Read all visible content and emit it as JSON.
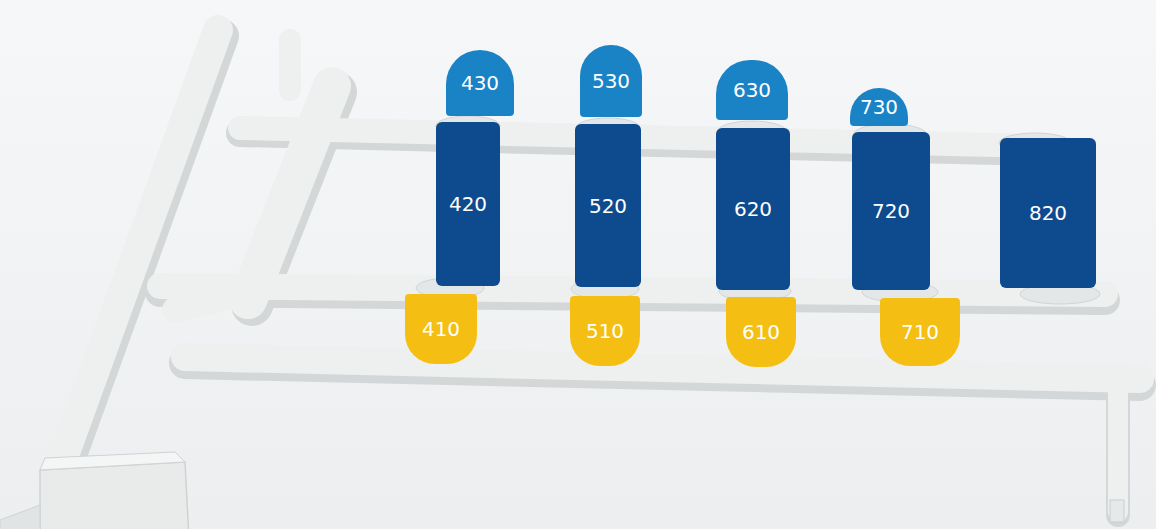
{
  "diagram": {
    "nodes": [
      {
        "text": [
          "430"
        ]
      },
      {
        "text": [
          "530"
        ]
      },
      {
        "text": [
          "630"
        ]
      },
      {
        "text": [
          "730"
        ]
      },
      {
        "text": [
          "420"
        ]
      },
      {
        "text": [
          "520"
        ]
      },
      {
        "text": [
          "620"
        ]
      },
      {
        "text": [
          "720"
        ]
      },
      {
        "text": [
          "820"
        ]
      },
      {
        "text": [
          "410"
        ]
      },
      {
        "text": [
          "510"
        ]
      },
      {
        "text": [
          "610"
        ]
      },
      {
        "text": [
          "710"
        ]
      }
    ]
  }
}
